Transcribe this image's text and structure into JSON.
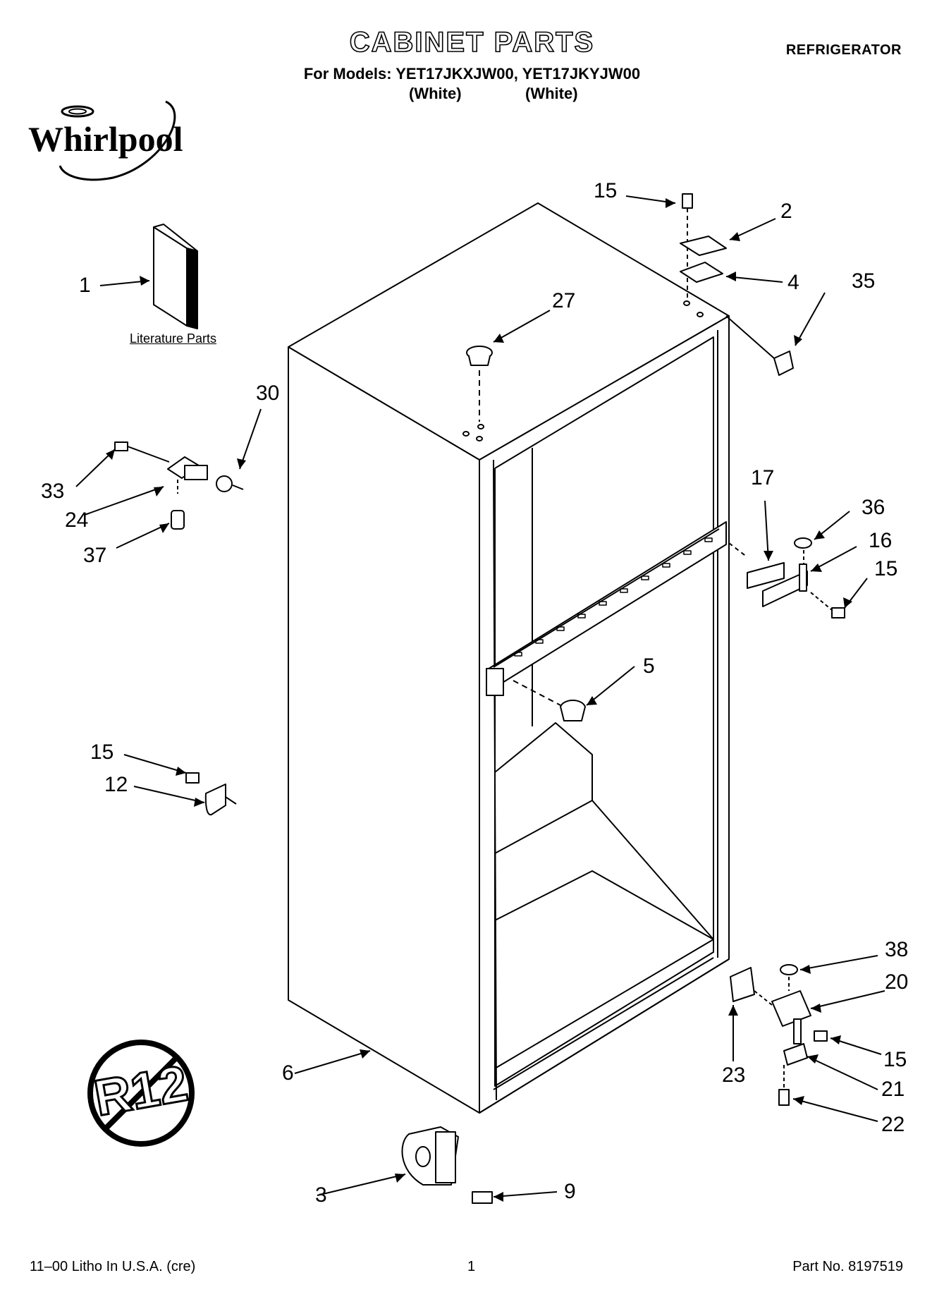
{
  "header": {
    "title": "CABINET PARTS",
    "category": "REFRIGERATOR",
    "models_line": "For Models: YET17JKXJW00, YET17JKYJW00",
    "color_1": "(White)",
    "color_2": "(White)"
  },
  "logo": {
    "text": "Whirlpool"
  },
  "no_r12": {
    "text": "R12"
  },
  "literature_label": "Literature Parts",
  "callouts": {
    "c1": "1",
    "c2": "2",
    "c3": "3",
    "c4": "4",
    "c5": "5",
    "c6": "6",
    "c9": "9",
    "c12": "12",
    "c15a": "15",
    "c15b": "15",
    "c15c": "15",
    "c15d": "15",
    "c16": "16",
    "c17": "17",
    "c20": "20",
    "c21": "21",
    "c22": "22",
    "c23": "23",
    "c24": "24",
    "c27": "27",
    "c30": "30",
    "c33": "33",
    "c35": "35",
    "c36": "36",
    "c37": "37",
    "c38": "38"
  },
  "footer": {
    "left": "11–00 Litho In U.S.A. (cre)",
    "page": "1",
    "part_no": "Part No. 8197519"
  }
}
